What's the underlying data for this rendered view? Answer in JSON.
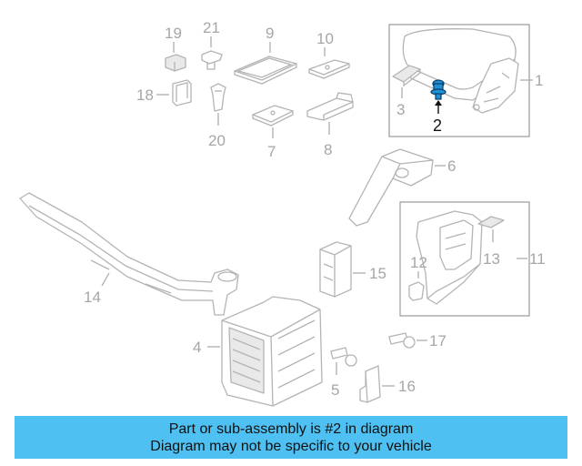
{
  "diagram": {
    "callouts": [
      "1",
      "2",
      "3",
      "4",
      "5",
      "6",
      "7",
      "8",
      "9",
      "10",
      "11",
      "12",
      "13",
      "14",
      "15",
      "16",
      "17",
      "18",
      "19",
      "20",
      "21"
    ],
    "highlighted_part": "2",
    "highlight_color": "#1f8fd6"
  },
  "banner": {
    "line1": "Part or sub-assembly is #2 in diagram",
    "line2": "Diagram may not be specific to your vehicle",
    "background": "#4fc0f2"
  }
}
